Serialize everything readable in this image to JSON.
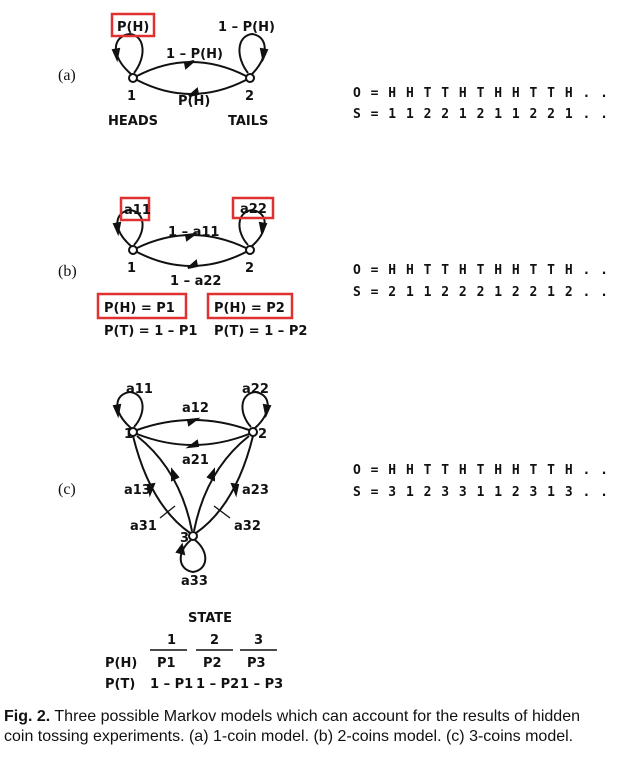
{
  "panel_a": {
    "tag": "(a)",
    "self_loop_1": "P(H)",
    "self_loop_2": "1 – P(H)",
    "edge_1_to_2": "1 – P(H)",
    "edge_2_to_1": "P(H)",
    "node_1": "1",
    "node_2": "2",
    "name_1": "HEADS",
    "name_2": "TAILS",
    "obs": "O = H H T T H T H H T T H . . .",
    "states": "S = 1 1 2 2 1 2 1 1 2 2 1 . . ."
  },
  "panel_b": {
    "tag": "(b)",
    "self_loop_1": "a11",
    "self_loop_2": "a22",
    "edge_1_to_2": "1 – a11",
    "edge_2_to_1": "1 – a22",
    "node_1": "1",
    "node_2": "2",
    "ph_1": "P(H) = P1",
    "ph_2": "P(H) = P2",
    "pt_1": "P(T) = 1 – P1",
    "pt_2": "P(T) = 1 – P2",
    "obs": "O = H H T T H T H H T T H . . .",
    "states": "S = 2 1 1 2 2 2 1 2 2 1 2 . . ."
  },
  "panel_c": {
    "tag": "(c)",
    "a11": "a11",
    "a22": "a22",
    "a12": "a12",
    "a21": "a21",
    "a13": "a13",
    "a31": "a31",
    "a23": "a23",
    "a32": "a32",
    "a33": "a33",
    "node_1": "1",
    "node_2": "2",
    "node_3": "3",
    "obs": "O = H H T T H T H H T T H . . .",
    "states": "S = 3 1 2 3 3 1 1 2 3 1 3 . . .",
    "table_title": "STATE",
    "table_cols": [
      "1",
      "2",
      "3"
    ],
    "row_h_label": "P(H)",
    "row_h": [
      "P1",
      "P2",
      "P3"
    ],
    "row_t_label": "P(T)",
    "row_t": [
      "1 – P1",
      "1 – P2",
      "1 – P3"
    ]
  },
  "highlight_color": "#e03030",
  "caption": {
    "label": "Fig. 2.",
    "text": "Three possible Markov models which can account for the results of hidden coin tossing experiments. (a) 1-coin model. (b) 2-coins model. (c) 3-coins model."
  }
}
